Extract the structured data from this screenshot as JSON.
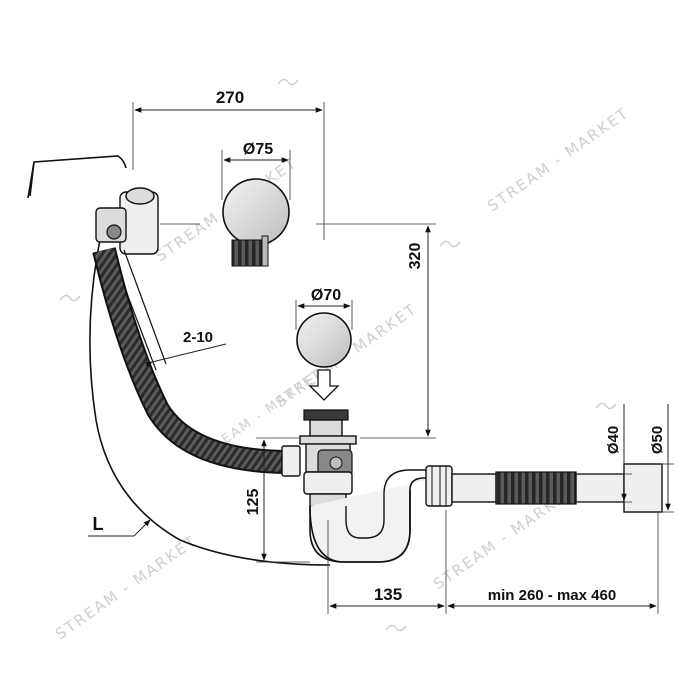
{
  "dimensions": {
    "width_270": "270",
    "diameter_75": "Ø75",
    "height_320": "320",
    "diameter_70": "Ø70",
    "range_2_10": "2-10",
    "height_125": "125",
    "length_L": "L",
    "length_135": "135",
    "range_min_max": "min 260 - max 460",
    "diameter_40": "Ø40",
    "diameter_50": "Ø50"
  },
  "watermark": {
    "text": "STREAM - MARKET"
  }
}
